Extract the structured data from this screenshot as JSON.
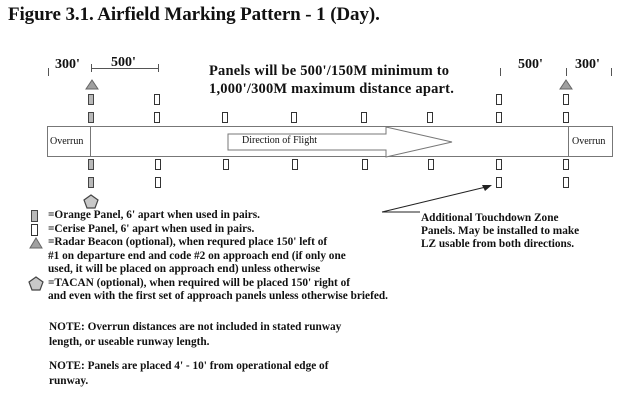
{
  "figure": {
    "title": "Figure 3.1.  Airfield Marking Pattern - 1 (Day)."
  },
  "dimensions": {
    "left_overrun": "300'",
    "left_spacing": "500'",
    "right_spacing": "500'",
    "right_overrun": "300'"
  },
  "panel_note": {
    "line1": "Panels will be 500'/150M minimum to",
    "line2": "1,000'/300M maximum distance apart."
  },
  "runway": {
    "left_overrun_label": "Overrun",
    "right_overrun_label": "Overrun",
    "direction_label": "Direction of Flight"
  },
  "colors": {
    "orange_panel_fill": "#b8b8b8",
    "cerise_panel_fill": "#ffffff",
    "radar_beacon_fill": "#a0a0a0",
    "tacan_fill": "#c8c8c8",
    "outline": "#777777"
  },
  "legend": {
    "items": [
      {
        "icon": "orange-panel-icon",
        "text": "=Orange Panel, 6' apart when used in pairs."
      },
      {
        "icon": "cerise-panel-icon",
        "text": "=Cerise Panel, 6' apart when used in pairs."
      },
      {
        "icon": "radar-beacon-icon",
        "text": "=Radar Beacon (optional), when requred place 150' left of"
      },
      {
        "icon": null,
        "text": "#1 on departure end and code #2 on approach end (if only one"
      },
      {
        "icon": null,
        "text": "used, it will be placed on approach end) unless otherwise"
      },
      {
        "icon": "tacan-icon",
        "text": "=TACAN (optional), when required will be placed 150' right of"
      },
      {
        "icon": null,
        "text": "and even with the first set of approach panels unless otherwise briefed."
      }
    ]
  },
  "touchdown_note": {
    "line1": "Additional Touchdown Zone",
    "line2": "Panels.  May be installed to make",
    "line3": "LZ usable from both directions."
  },
  "notes": [
    {
      "line1": "NOTE: Overrun distances are not included in stated runway",
      "line2": "length, or useable runway length."
    },
    {
      "line1": "NOTE:  Panels are placed 4' - 10' from operational edge of",
      "line2": "runway."
    }
  ]
}
